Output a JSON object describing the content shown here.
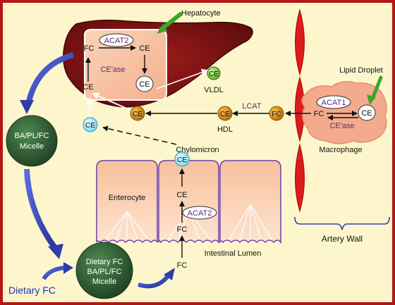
{
  "colors": {
    "background": "#fdf6cc",
    "frame": "#b51515",
    "liver": "#8a1414",
    "macrophage": "#f3aa8d",
    "artery": "#dc1c1c",
    "enterocyte": "#f9caa8",
    "micelle": "#2f5c34",
    "ce_orange": "#d68a1a",
    "ce_cyan": "#8fe0f3",
    "ce_green": "#8fd74a",
    "arrow_blue": "#3c4fc8",
    "enzyme_text": "#5b2a78"
  },
  "labels": {
    "hepatocyte": "Hepatocyte",
    "acat2_liver": "ACAT2",
    "fc_liver": "FC",
    "ce_liver_top": "CE",
    "ce_liver_left": "CE",
    "ceasel_liver": "CE'ase",
    "ce_liver_circle": "CE",
    "ce_vldl": "CE",
    "vldl": "VLDL",
    "micelle_bile": [
      "BA/PL/FC",
      "Micelle"
    ],
    "ce_cyan_left": "CE",
    "ce_orange_liver": "CE",
    "ce_hdl": "CE",
    "hdl": "HDL",
    "lcat": "LCAT",
    "fc_orange": "FC",
    "lipid_droplet": "Lipid Droplet",
    "acat1": "ACAT1",
    "fc_macrophage": "FC",
    "ce_macrophage": "CE",
    "ceasel_macrophage": "CE'ase",
    "macrophage": "Macrophage",
    "chylomicron": "Chylomicron",
    "ce_chylo": "CE",
    "enterocyte": "Enterocyte",
    "ce_entero": "CE",
    "acat2_entero": "ACAT2",
    "fc_entero": "FC",
    "intestinal_lumen": "Intestinal Lumen",
    "fc_lumen": "FC",
    "micelle_dietary": [
      "Dietary FC",
      "BA/PL/FC",
      "Micelle"
    ],
    "dietary_fc": "Dietary FC",
    "artery_wall": "Artery Wall"
  }
}
